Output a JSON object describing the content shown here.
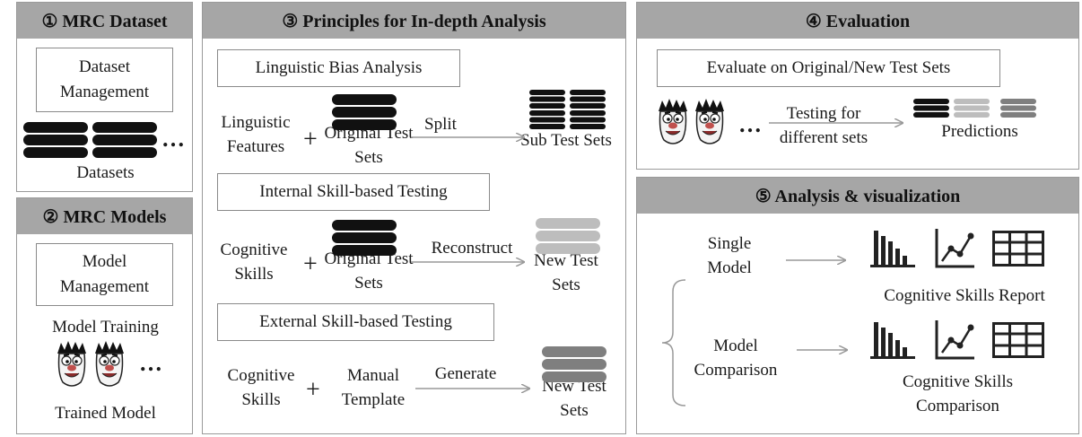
{
  "panels": {
    "dataset": {
      "title": "① MRC Dataset",
      "box": "Dataset Management",
      "caption": "Datasets"
    },
    "models": {
      "title": "② MRC Models",
      "box": "Model Management",
      "training": "Model Training",
      "caption": "Trained Model"
    },
    "principles": {
      "title": "③ Principles for In-depth Analysis",
      "bias": {
        "title": "Linguistic Bias Analysis",
        "left": "Linguistic Features",
        "middle": "Original Test Sets",
        "arrow": "Split",
        "result": "Sub Test Sets"
      },
      "internal": {
        "title": "Internal Skill-based Testing",
        "left": "Cognitive Skills",
        "middle": "Original Test Sets",
        "arrow": "Reconstruct",
        "result": "New Test Sets"
      },
      "external": {
        "title": "External Skill-based Testing",
        "left": "Cognitive Skills",
        "middle": "Manual Template",
        "arrow": "Generate",
        "result": "New Test Sets"
      }
    },
    "evaluation": {
      "title": "④ Evaluation",
      "box": "Evaluate on Original/New Test Sets",
      "arrow": "Testing for different sets",
      "result": "Predictions"
    },
    "analysis": {
      "title": "⑤ Analysis & visualization",
      "single": "Single Model",
      "single_result": "Cognitive Skills Report",
      "compare": "Model Comparison",
      "compare_result": "Cognitive Skills Comparison"
    }
  },
  "symbols": {
    "plus": "+",
    "ellipsis": "…"
  },
  "icons": [
    "database-icon",
    "face-icon",
    "bar-chart-icon",
    "line-chart-icon",
    "table-icon",
    "arrow-icon",
    "brace-icon"
  ],
  "colors": {
    "header": "#a6a6a6",
    "border": "#9a9a9a",
    "dark_db": "#111111",
    "light_db": "#bdbdbd",
    "mid_db": "#7f7f7f"
  }
}
